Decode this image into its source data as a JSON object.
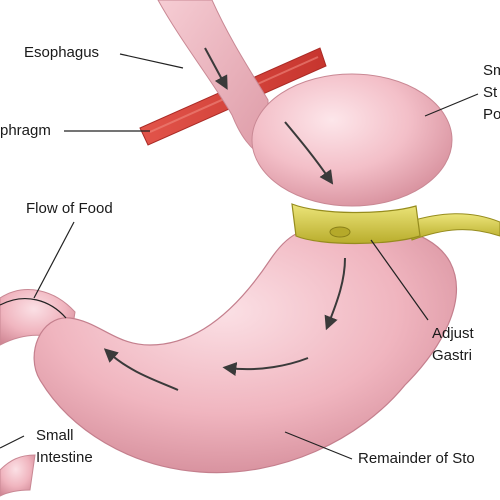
{
  "labels": {
    "esophagus": "Esophagus",
    "diaphragm": "phragm",
    "flow_of_food": "Flow of Food",
    "small_stomach_pouch": [
      "Sm",
      "St",
      "Po"
    ],
    "adjustable_band": [
      "Adjust",
      "Gastri"
    ],
    "small_intestine": [
      "Small",
      "Intestine"
    ],
    "remainder_of_stomach": "Remainder of Sto"
  },
  "colors": {
    "tissue": "#f1b7c0",
    "tissue_shadow": "#d88f9c",
    "diaphragm": "#d9433a",
    "band": "#d9cf4a",
    "arrow": "#3a3a3a",
    "leader_line": "#222222"
  }
}
